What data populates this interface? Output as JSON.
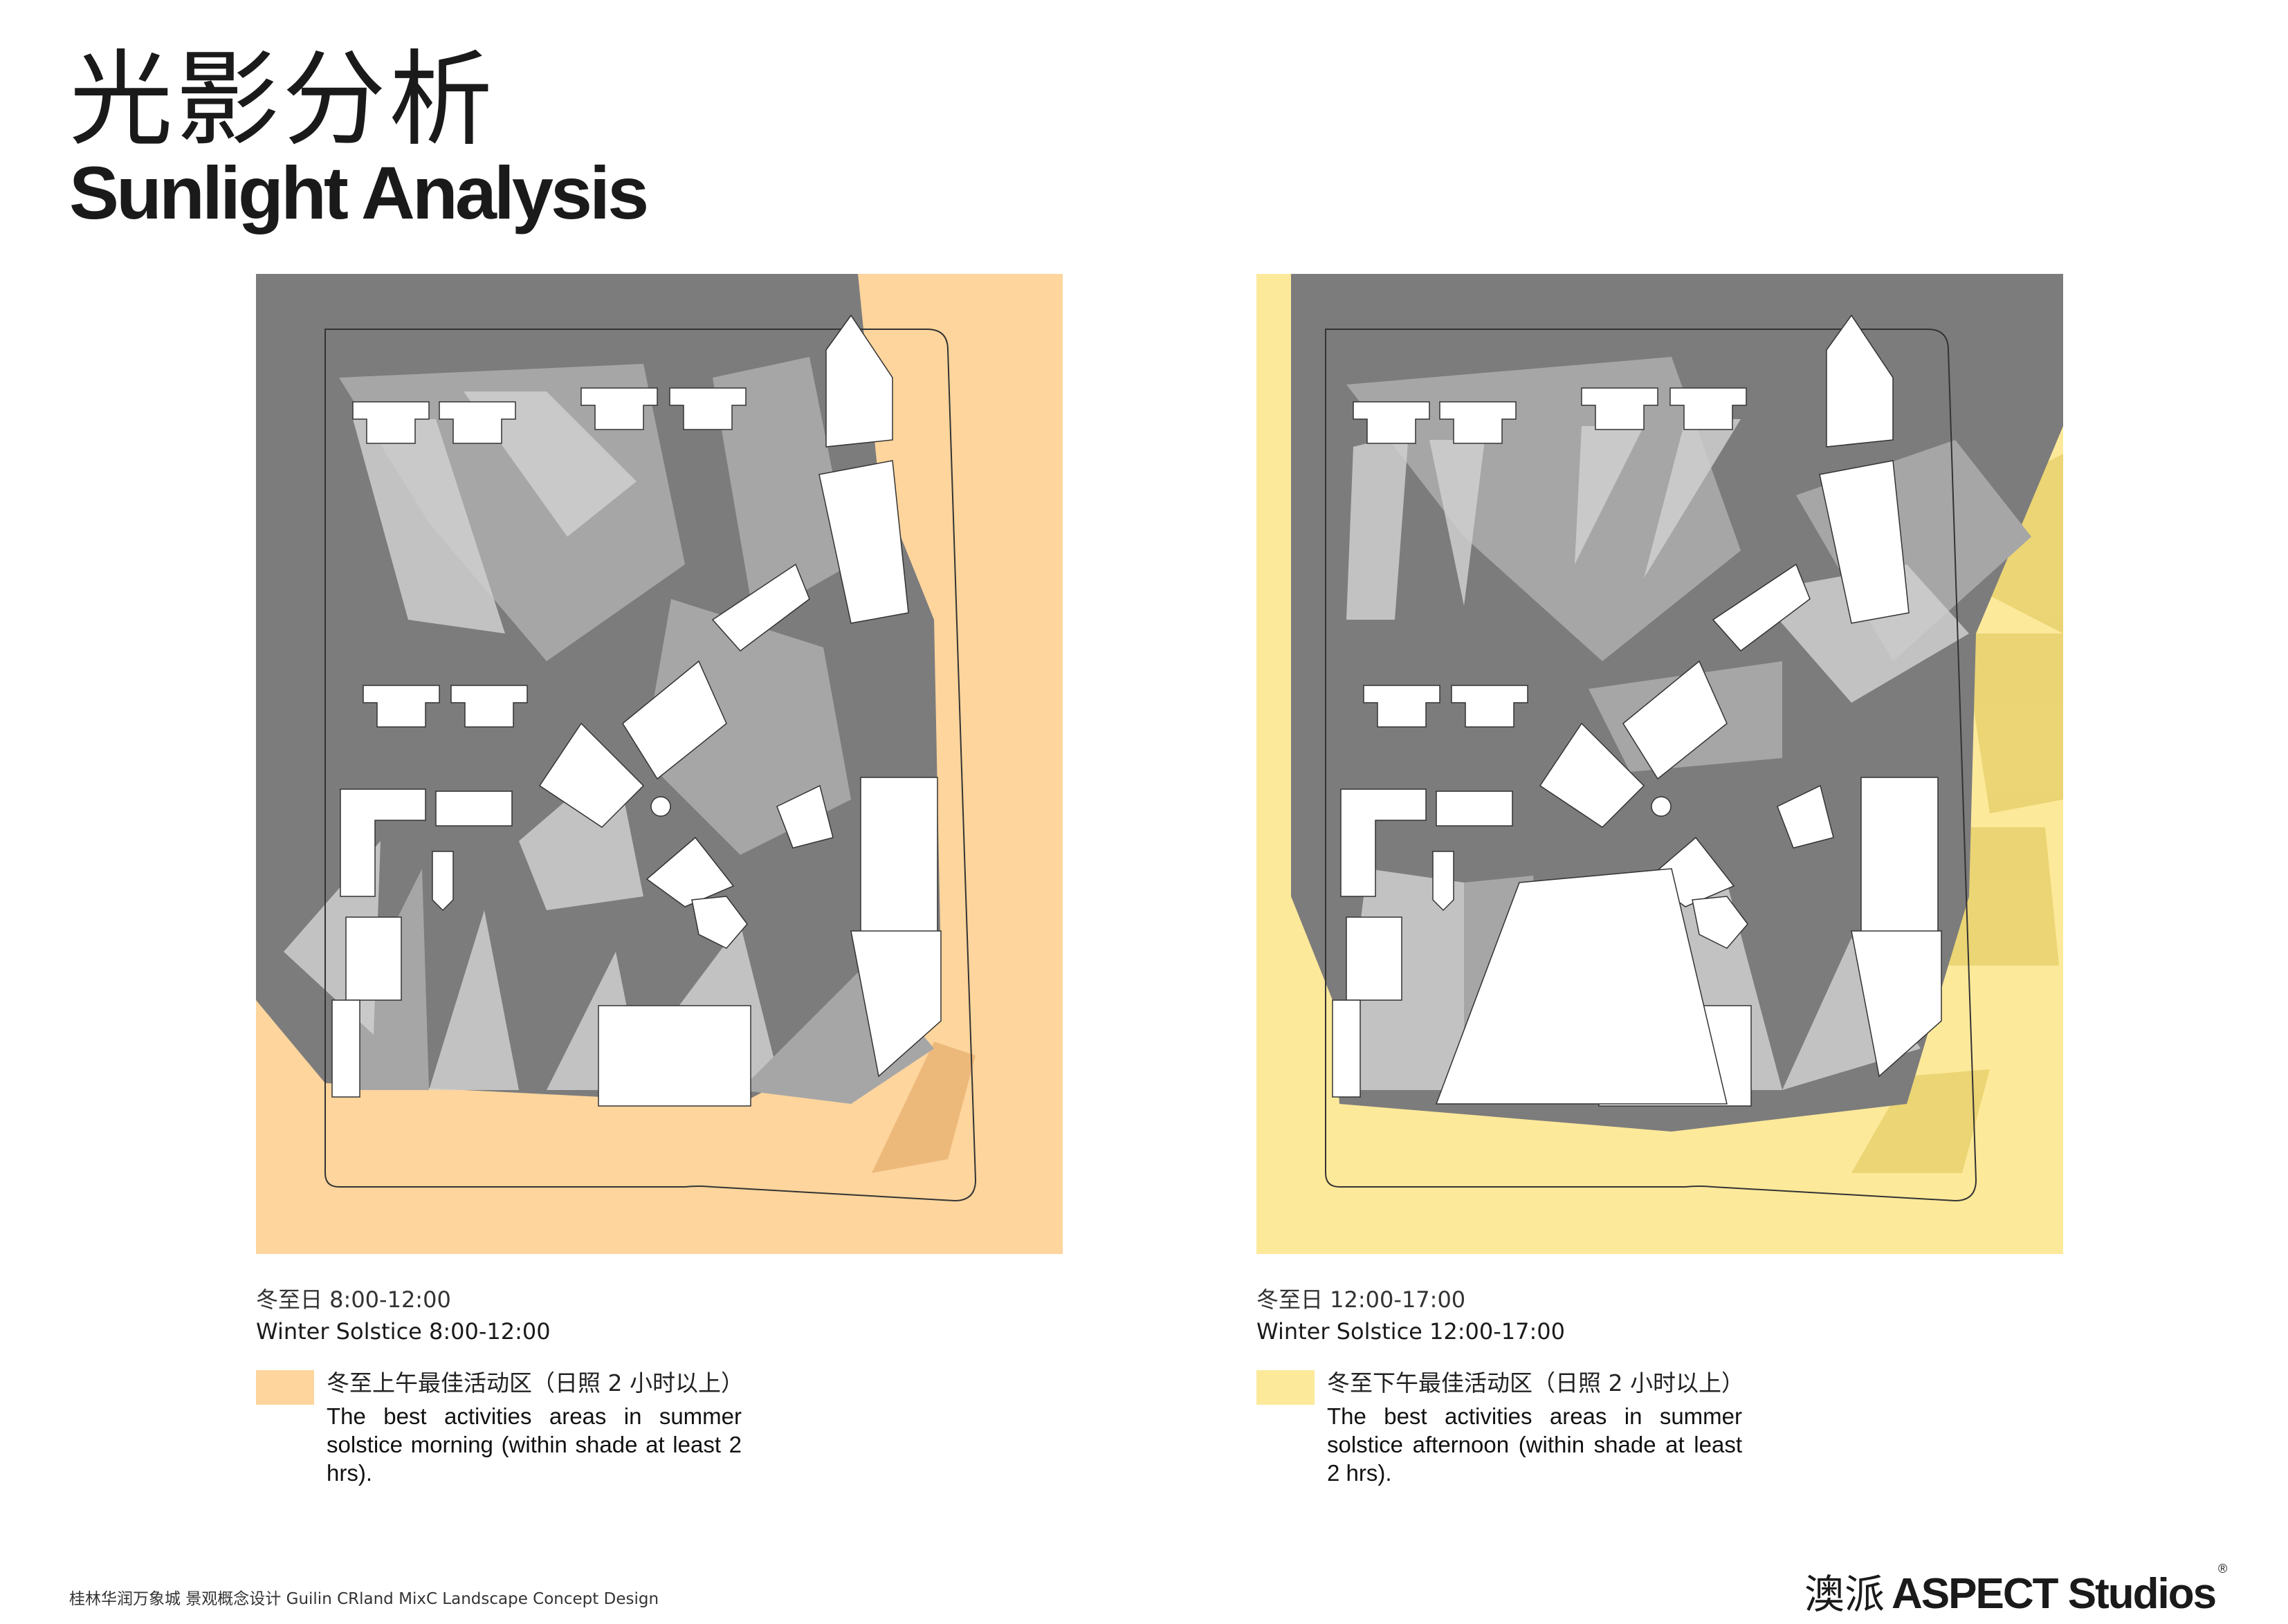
{
  "header": {
    "title_cn": "光影分析",
    "title_en": "Sunlight Analysis"
  },
  "colors": {
    "morning_zone": "#fdd59d",
    "morning_zone_dark": "#e9b273",
    "afternoon_zone": "#fde99a",
    "afternoon_zone_dark": "#e6cf6a",
    "shadow_dark": "#7c7c7c",
    "shadow_mid": "#a6a6a6",
    "shadow_light": "#cfcfcf",
    "building": "#ffffff",
    "outline": "#333333"
  },
  "panels": [
    {
      "id": "morning",
      "caption_cn": "冬至日 8:00-12:00",
      "caption_en": "Winter Solstice 8:00-12:00",
      "legend_cn": "冬至上午最佳活动区（日照 2 小时以上）",
      "legend_en": "The best activities areas in summer solstice morning (within shade at least 2 hrs)."
    },
    {
      "id": "afternoon",
      "caption_cn": "冬至日 12:00-17:00",
      "caption_en": "Winter Solstice 12:00-17:00",
      "legend_cn": "冬至下午最佳活动区（日照 2 小时以上）",
      "legend_en": "The best activities areas in summer solstice afternoon (within shade at least 2 hrs)."
    }
  ],
  "footer": {
    "project": "桂林华润万象城  景观概念设计  Guilin CRland MixC Landscape Concept Design"
  },
  "logo": {
    "cn": "澳派",
    "en": "ASPECT Studios",
    "reg": "®"
  }
}
